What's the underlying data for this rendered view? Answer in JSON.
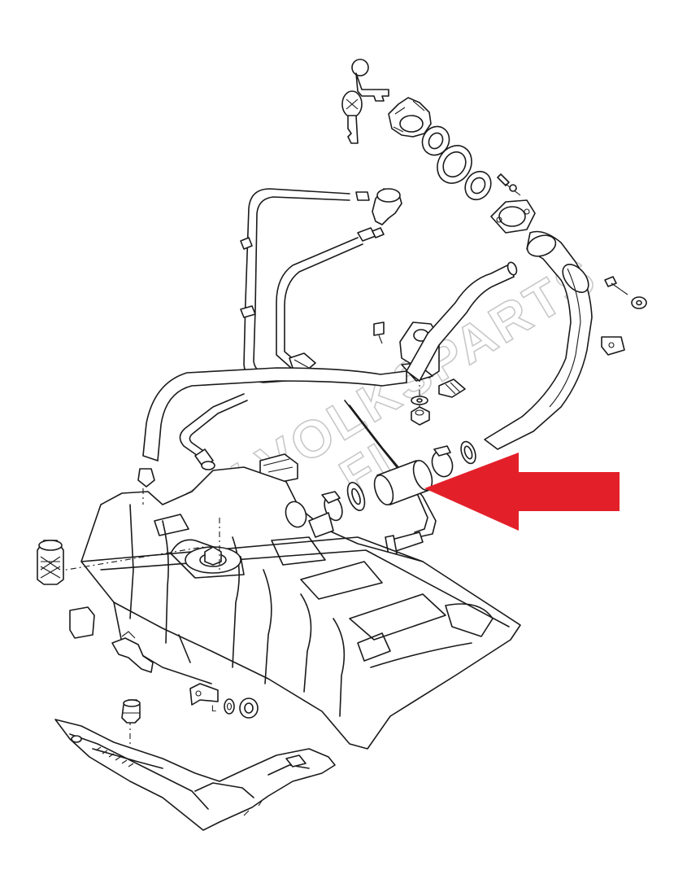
{
  "watermark": {
    "line1": "WWW.VOLKSPARTS",
    "line2": "FI"
  },
  "part_marks": {
    "label_L": "L"
  },
  "colors": {
    "arrow": "#e3202a",
    "line": "#1a1a1a",
    "watermark": "#c8c8c8",
    "background": "#ffffff"
  }
}
